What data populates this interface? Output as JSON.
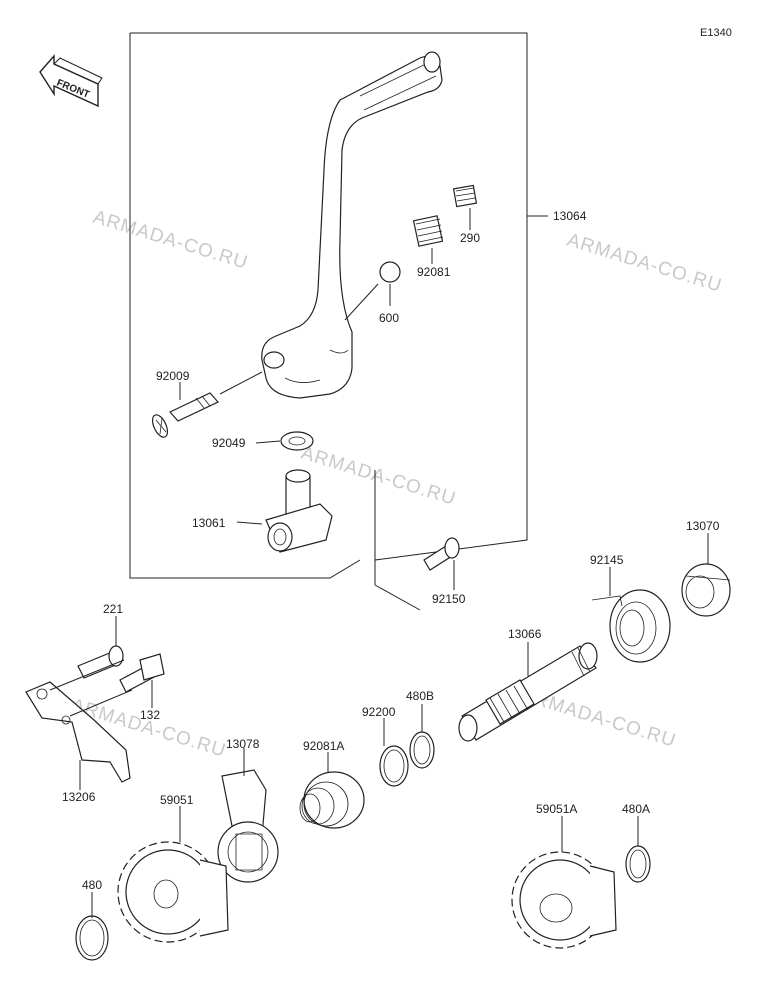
{
  "diagram_code": "E1340",
  "front_badge": "FRONT",
  "watermark": "ARMADA-CO.RU",
  "parts": [
    {
      "id": "13064"
    },
    {
      "id": "290"
    },
    {
      "id": "92081"
    },
    {
      "id": "600"
    },
    {
      "id": "92009"
    },
    {
      "id": "92049"
    },
    {
      "id": "13061"
    },
    {
      "id": "92150"
    },
    {
      "id": "13070"
    },
    {
      "id": "92145"
    },
    {
      "id": "13066"
    },
    {
      "id": "480B"
    },
    {
      "id": "92200"
    },
    {
      "id": "92081A"
    },
    {
      "id": "13078"
    },
    {
      "id": "221"
    },
    {
      "id": "132"
    },
    {
      "id": "13206"
    },
    {
      "id": "59051"
    },
    {
      "id": "480"
    },
    {
      "id": "59051A"
    },
    {
      "id": "480A"
    }
  ]
}
